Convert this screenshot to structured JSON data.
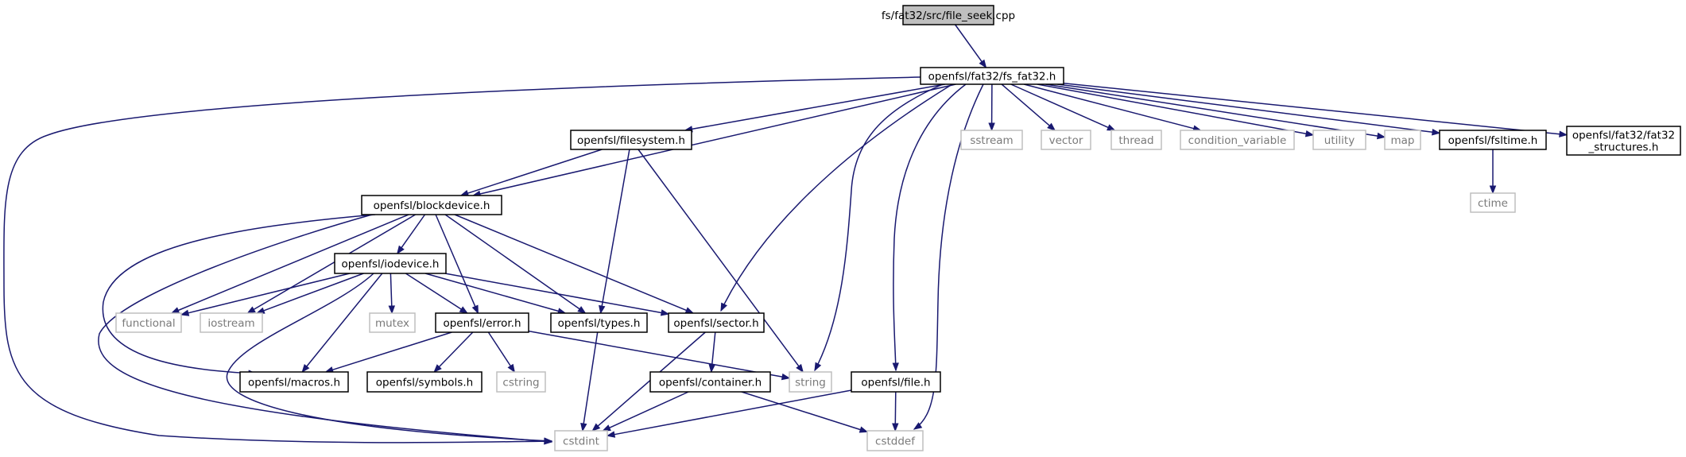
{
  "colors": {
    "edge": "#191970",
    "root_fill": "#bfbfbf",
    "doc_border": "#000000",
    "sys_border": "#bfbfbf",
    "sys_text": "#7a7a7a"
  },
  "nodes": [
    {
      "id": "file_seek",
      "label": [
        "fs/fat32/src/file_seek.cpp"
      ],
      "kind": "root"
    },
    {
      "id": "fs_fat32",
      "label": [
        "openfsl/fat32/fs_fat32.h"
      ],
      "kind": "doc"
    },
    {
      "id": "filesystem",
      "label": [
        "openfsl/filesystem.h"
      ],
      "kind": "doc"
    },
    {
      "id": "blockdevice",
      "label": [
        "openfsl/blockdevice.h"
      ],
      "kind": "doc"
    },
    {
      "id": "iodevice",
      "label": [
        "openfsl/iodevice.h"
      ],
      "kind": "doc"
    },
    {
      "id": "error",
      "label": [
        "openfsl/error.h"
      ],
      "kind": "doc"
    },
    {
      "id": "types",
      "label": [
        "openfsl/types.h"
      ],
      "kind": "doc"
    },
    {
      "id": "sector",
      "label": [
        "openfsl/sector.h"
      ],
      "kind": "doc"
    },
    {
      "id": "macros",
      "label": [
        "openfsl/macros.h"
      ],
      "kind": "doc"
    },
    {
      "id": "symbols",
      "label": [
        "openfsl/symbols.h"
      ],
      "kind": "doc"
    },
    {
      "id": "container",
      "label": [
        "openfsl/container.h"
      ],
      "kind": "doc"
    },
    {
      "id": "file",
      "label": [
        "openfsl/file.h"
      ],
      "kind": "doc"
    },
    {
      "id": "fsltime",
      "label": [
        "openfsl/fsltime.h"
      ],
      "kind": "doc"
    },
    {
      "id": "fat32_structures",
      "label": [
        "openfsl/fat32/fat32",
        "_structures.h"
      ],
      "kind": "doc"
    },
    {
      "id": "sstream",
      "label": [
        "sstream"
      ],
      "kind": "sys"
    },
    {
      "id": "vector",
      "label": [
        "vector"
      ],
      "kind": "sys"
    },
    {
      "id": "thread",
      "label": [
        "thread"
      ],
      "kind": "sys"
    },
    {
      "id": "condition_variable",
      "label": [
        "condition_variable"
      ],
      "kind": "sys"
    },
    {
      "id": "utility",
      "label": [
        "utility"
      ],
      "kind": "sys"
    },
    {
      "id": "map",
      "label": [
        "map"
      ],
      "kind": "sys"
    },
    {
      "id": "ctime",
      "label": [
        "ctime"
      ],
      "kind": "sys"
    },
    {
      "id": "functional",
      "label": [
        "functional"
      ],
      "kind": "sys"
    },
    {
      "id": "iostream",
      "label": [
        "iostream"
      ],
      "kind": "sys"
    },
    {
      "id": "mutex",
      "label": [
        "mutex"
      ],
      "kind": "sys"
    },
    {
      "id": "cstring",
      "label": [
        "cstring"
      ],
      "kind": "sys"
    },
    {
      "id": "string",
      "label": [
        "string"
      ],
      "kind": "sys"
    },
    {
      "id": "cstdint",
      "label": [
        "cstdint"
      ],
      "kind": "sys"
    },
    {
      "id": "cstddef",
      "label": [
        "cstddef"
      ],
      "kind": "sys"
    }
  ],
  "edges": [
    [
      "file_seek",
      "fs_fat32"
    ],
    [
      "fs_fat32",
      "cstdint"
    ],
    [
      "fs_fat32",
      "blockdevice"
    ],
    [
      "fs_fat32",
      "filesystem"
    ],
    [
      "fs_fat32",
      "string"
    ],
    [
      "fs_fat32",
      "sector"
    ],
    [
      "fs_fat32",
      "file"
    ],
    [
      "fs_fat32",
      "cstddef"
    ],
    [
      "fs_fat32",
      "sstream"
    ],
    [
      "fs_fat32",
      "vector"
    ],
    [
      "fs_fat32",
      "thread"
    ],
    [
      "fs_fat32",
      "condition_variable"
    ],
    [
      "fs_fat32",
      "utility"
    ],
    [
      "fs_fat32",
      "map"
    ],
    [
      "fs_fat32",
      "fsltime"
    ],
    [
      "fs_fat32",
      "fat32_structures"
    ],
    [
      "filesystem",
      "blockdevice"
    ],
    [
      "filesystem",
      "types"
    ],
    [
      "filesystem",
      "string"
    ],
    [
      "blockdevice",
      "macros"
    ],
    [
      "blockdevice",
      "cstdint"
    ],
    [
      "blockdevice",
      "functional"
    ],
    [
      "blockdevice",
      "iostream"
    ],
    [
      "blockdevice",
      "iodevice"
    ],
    [
      "blockdevice",
      "error"
    ],
    [
      "blockdevice",
      "types"
    ],
    [
      "blockdevice",
      "sector"
    ],
    [
      "iodevice",
      "functional"
    ],
    [
      "iodevice",
      "iostream"
    ],
    [
      "iodevice",
      "cstdint"
    ],
    [
      "iodevice",
      "macros"
    ],
    [
      "iodevice",
      "mutex"
    ],
    [
      "iodevice",
      "error"
    ],
    [
      "iodevice",
      "types"
    ],
    [
      "iodevice",
      "sector"
    ],
    [
      "error",
      "macros"
    ],
    [
      "error",
      "symbols"
    ],
    [
      "error",
      "cstring"
    ],
    [
      "error",
      "string"
    ],
    [
      "types",
      "cstdint"
    ],
    [
      "sector",
      "cstdint"
    ],
    [
      "sector",
      "container"
    ],
    [
      "container",
      "cstdint"
    ],
    [
      "container",
      "cstddef"
    ],
    [
      "file",
      "cstdint"
    ],
    [
      "file",
      "cstddef"
    ],
    [
      "fsltime",
      "ctime"
    ]
  ]
}
